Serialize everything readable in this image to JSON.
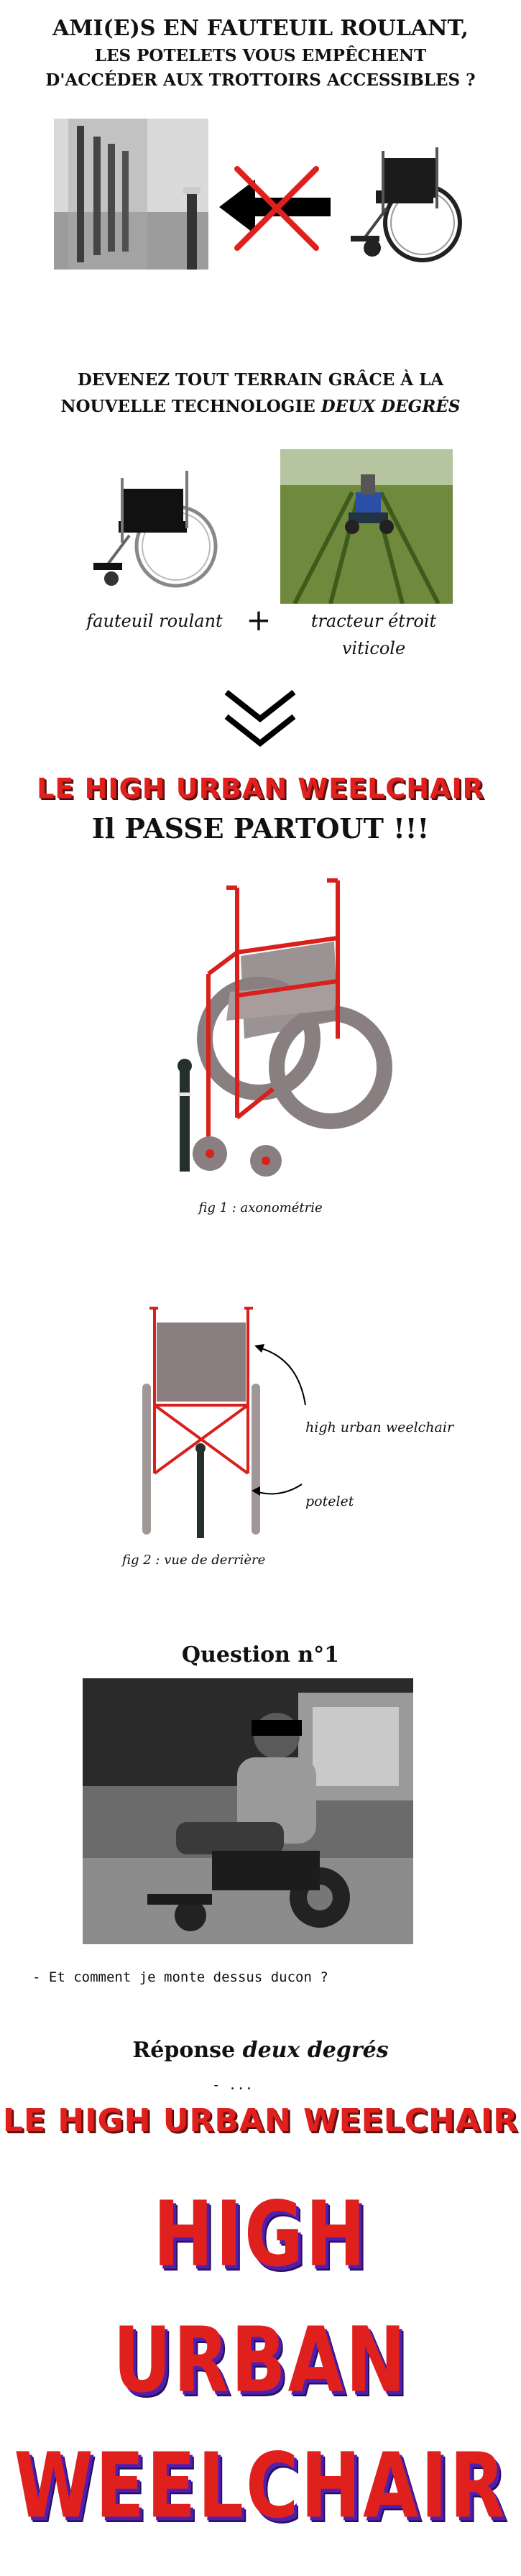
{
  "intro": {
    "line1": "AMI(E)S EN FAUTEUIL ROULANT,",
    "line2": "LES POTELETS VOUS EMPÊCHENT",
    "line3": "D'ACCÉDER AUX TROTTOIRS ACCESSIBLES ?"
  },
  "tech": {
    "line1": "DEVENEZ TOUT TERRAIN GRÂCE À LA",
    "line2_prefix": "NOUVELLE TECHNOLOGIE ",
    "line2_emph": "DEUX DEGRÉS"
  },
  "combo": {
    "left_caption": "fauteuil roulant",
    "plus": "+",
    "right_caption_1": "tracteur étroit",
    "right_caption_2": "viticole"
  },
  "product": {
    "name": "LE HIGH URBAN WEELCHAIR",
    "tagline": "Il PASSE PARTOUT !!!"
  },
  "fig1": {
    "caption": "fig 1 : axonométrie"
  },
  "fig2": {
    "caption": "fig 2 : vue de derrière",
    "label_chair": "high urban weelchair",
    "label_post": "potelet"
  },
  "question": {
    "title": "Question n°1",
    "quote": "- Et comment je monte dessus ducon ?"
  },
  "answer": {
    "title_prefix": "Réponse ",
    "title_emph": "deux degrés",
    "dots": "- ...",
    "banner": "LE HIGH URBAN WEELCHAIR",
    "w1": "HIGH",
    "w2": "URBAN",
    "w3": "WEELCHAIR"
  },
  "colors": {
    "red": "#e0201c",
    "chair_grey": "#8a7f80",
    "frame_red": "#d8201c",
    "purple_shadow": "#4f1fb0"
  },
  "icons": [
    "wheelchair-icon",
    "bollard-icon",
    "arrow-left-icon",
    "cross-icon",
    "tractor-icon",
    "chevron-down-icon"
  ]
}
